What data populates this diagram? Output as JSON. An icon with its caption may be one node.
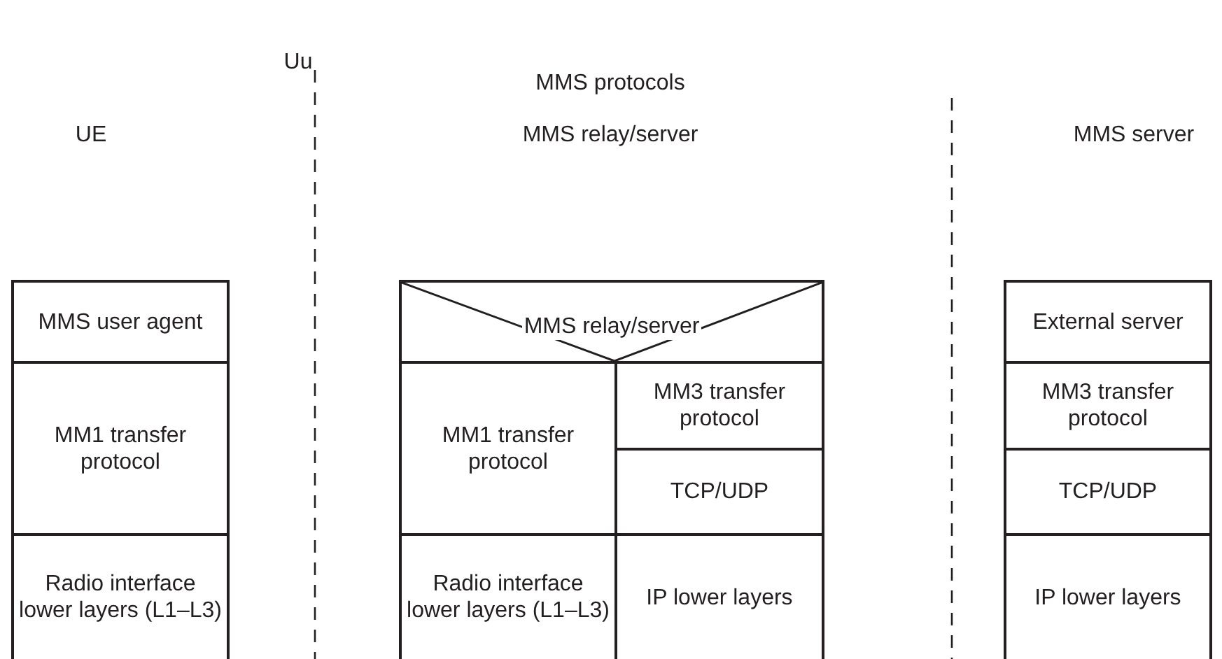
{
  "diagram": {
    "title": "MMS protocols",
    "nodes": [
      {
        "text": [
          "MMS user agent"
        ]
      },
      {
        "text": [
          "MM1 transfer protocol"
        ]
      },
      {
        "text": [
          "Radio interface lower layers (L1–L3)"
        ]
      },
      {
        "text": [
          "MMS relay/server"
        ]
      },
      {
        "text": [
          "MM1 transfer protocol"
        ]
      },
      {
        "text": [
          "MM3 transfer protocol"
        ]
      },
      {
        "text": [
          "TCP/UDP"
        ]
      },
      {
        "text": [
          "Radio interface lower layers (L1–L3)"
        ]
      },
      {
        "text": [
          "IP lower layers"
        ]
      },
      {
        "text": [
          "External server"
        ]
      },
      {
        "text": [
          "MM3 transfer protocol"
        ]
      },
      {
        "text": [
          "TCP/UDP"
        ]
      },
      {
        "text": [
          "IP lower layers"
        ]
      }
    ],
    "labels": [
      "Uu",
      "UE",
      "MMS relay/server",
      "MMS server"
    ]
  }
}
